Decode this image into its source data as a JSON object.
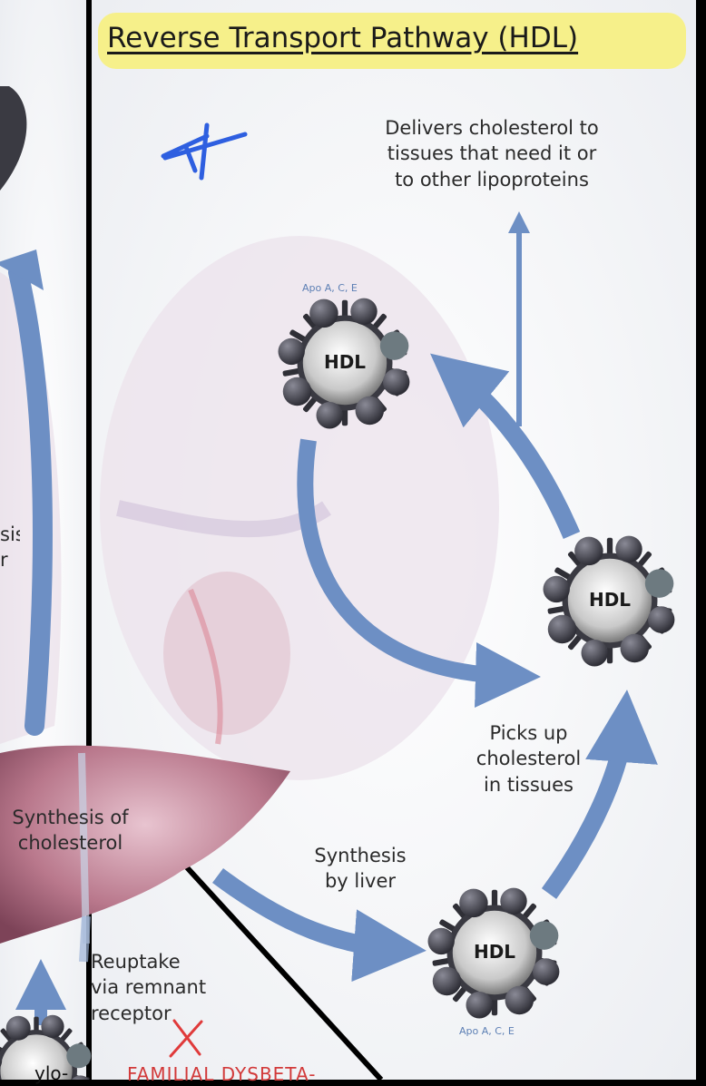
{
  "title": "Reverse Transport Pathway (HDL)",
  "particle_label": "HDL",
  "apo_label": "Apo A, C, E",
  "labels": {
    "delivers": [
      "Delivers cholesterol to",
      "tissues that need it or",
      "to other lipoproteins"
    ],
    "picks_up": [
      "Picks up",
      "cholesterol",
      "in tissues"
    ],
    "synthesis_liver": [
      "Synthesis",
      "by liver"
    ],
    "synthesis_cholesterol": [
      "Synthesis of",
      "cholesterol"
    ],
    "reuptake": [
      "Reuptake",
      "via remnant",
      "receptor"
    ],
    "left_partial": [
      "sis",
      "r"
    ],
    "bottom_left_partial": "ylo-",
    "familial": "FAMILIAL DYSBETA-"
  },
  "colors": {
    "arrow": "#6d8fc4",
    "title_bg": "#f6f08a",
    "liver": "#b9788c",
    "annotation": "#2e5fe0",
    "red_mark": "#e03a3a"
  },
  "icons": [
    "hdl-particle-icon",
    "liver-icon",
    "pen-annotation-icon",
    "red-x-icon"
  ]
}
